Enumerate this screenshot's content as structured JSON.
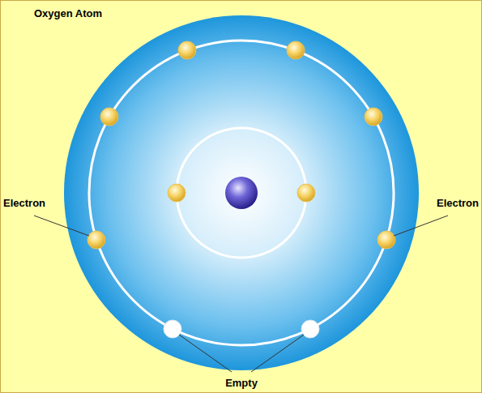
{
  "diagram": {
    "title": "Oxygen Atom",
    "labels": [
      "Electron",
      "Electron",
      "Empty"
    ]
  }
}
